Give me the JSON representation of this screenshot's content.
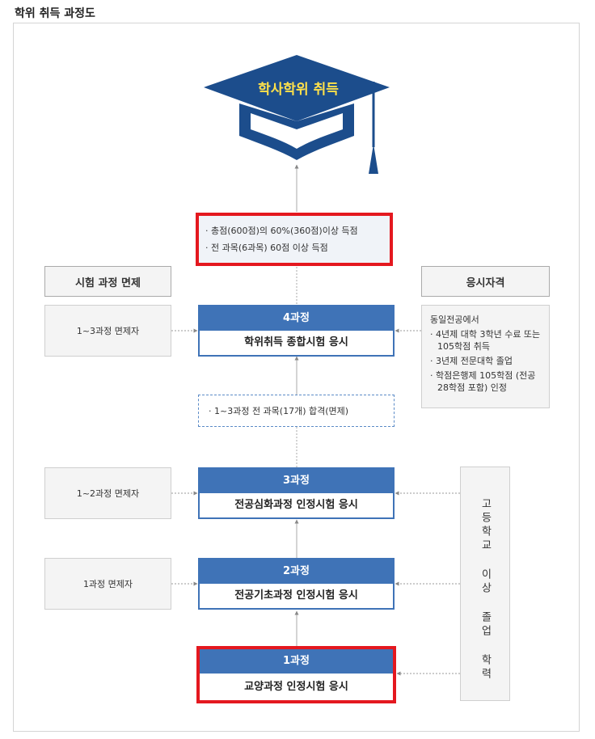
{
  "page_title": "학위 취득 과정도",
  "cap_label": "학사학위 취득",
  "requirements": [
    "· 총점(600점)의 60%(360점)이상 득점",
    "· 전 과목(6과목) 60점 이상 득점"
  ],
  "exam_exempt_header": "시험 과정 면제",
  "qualification_header": "응시자격",
  "exemptions": {
    "c4": "1~3과정 면제자",
    "c3": "1~2과정 면제자",
    "c2": "1과정 면제자"
  },
  "courses": {
    "c4": {
      "head": "4과정",
      "body": "학위취득 종합시험 응시"
    },
    "c3": {
      "head": "3과정",
      "body": "전공심화과정 인정시험 응시"
    },
    "c2": {
      "head": "2과정",
      "body": "전공기초과정 인정시험 응시"
    },
    "c1": {
      "head": "1과정",
      "body": "교양과정 인정시험 응시"
    }
  },
  "pass_note": "· 1~3과정 전 과목(17개) 합격(면제)",
  "qualification": {
    "intro": "동일전공에서",
    "items": [
      "· 4년제 대학 3학년 수료 또는 105학점 취득",
      "· 3년제 전문대학 졸업",
      "· 학점은행제 105학점 (전공28학점 포함) 인정"
    ]
  },
  "high_school": "고등학교 이상 졸업 학력",
  "colors": {
    "cap": "#1c4d8c",
    "cap_text": "#ffe14a",
    "course_blue": "#3f73b7",
    "highlight_red": "#e4181f",
    "box_gray": "#f4f4f4"
  }
}
